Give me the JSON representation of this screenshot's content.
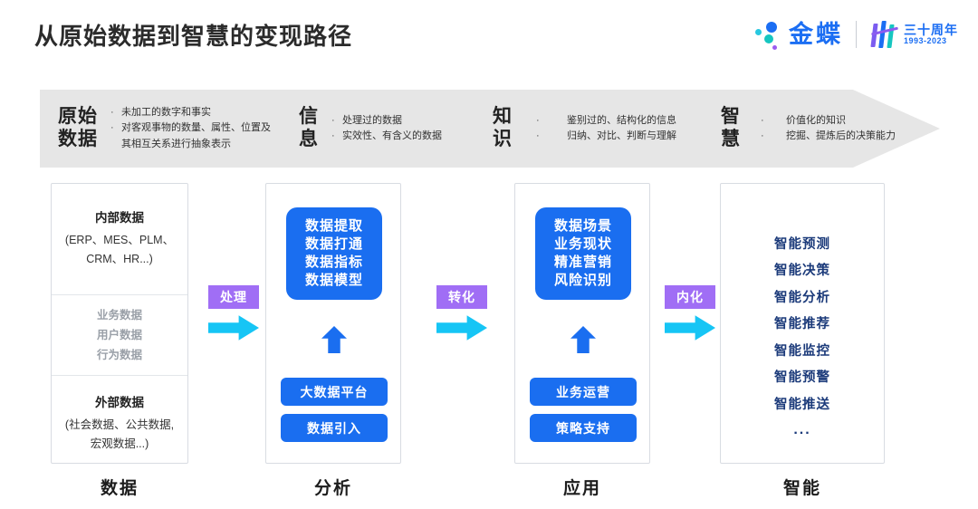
{
  "header": {
    "title": "从原始数据到智慧的变现路径",
    "brand": {
      "name": "金蝶",
      "anniversary_zh": "三十周年",
      "anniversary_years": "1993-2023",
      "dot_colors": [
        "#1b6ef3",
        "#28c8e0",
        "#16c6c0",
        "#9b5cf0"
      ],
      "brand_color": "#1b6ef3"
    }
  },
  "banner": {
    "background": "#e6e6e6",
    "stages": [
      {
        "title_line1": "原始",
        "title_line2": "数据",
        "bullets": [
          "未加工的数字和事实",
          "对客观事物的数量、属性、位置及其相互关系进行抽象表示"
        ]
      },
      {
        "title_line1": "信",
        "title_line2": "息",
        "bullets": [
          "处理过的数据",
          "实效性、有含义的数据"
        ]
      },
      {
        "title_line1": "知",
        "title_line2": "识",
        "bullets": [
          "鉴别过的、结构化的信息",
          "归纳、对比、判断与理解"
        ]
      },
      {
        "title_line1": "智",
        "title_line2": "慧",
        "bullets": [
          "价值化的知识",
          "挖掘、提炼后的决策能力"
        ]
      }
    ]
  },
  "columns": {
    "data": {
      "footer_label": "数据",
      "internal_head": "内部数据",
      "internal_sub_line1": "(ERP、MES、PLM、",
      "internal_sub_line2": "CRM、HR...)",
      "middle_items": [
        "业务数据",
        "用户数据",
        "行为数据"
      ],
      "external_head": "外部数据",
      "external_sub_line1": "(社会数据、公共数据,",
      "external_sub_line2": "宏观数据...)"
    },
    "analysis": {
      "footer_label": "分析",
      "main_box": [
        "数据提取",
        "数据打通",
        "数据指标",
        "数据模型"
      ],
      "pills": [
        "大数据平台",
        "数据引入"
      ]
    },
    "application": {
      "footer_label": "应用",
      "main_box": [
        "数据场景",
        "业务现状",
        "精准营销",
        "风险识别"
      ],
      "pills": [
        "业务运营",
        "策略支持"
      ]
    },
    "intelligence": {
      "footer_label": "智能",
      "items": [
        "智能预测",
        "智能决策",
        "智能分析",
        "智能推荐",
        "智能监控",
        "智能预警",
        "智能推送"
      ],
      "ellipsis": "...",
      "text_color": "#1b3a7a"
    }
  },
  "connectors": [
    {
      "label": "处理",
      "label_color": "#a06ef5",
      "arrow_color": "#16c5f5"
    },
    {
      "label": "转化",
      "label_color": "#a06ef5",
      "arrow_color": "#16c5f5"
    },
    {
      "label": "内化",
      "label_color": "#a06ef5",
      "arrow_color": "#16c5f5"
    }
  ],
  "colors": {
    "primary_blue": "#1a6ef0",
    "purple": "#a06ef5",
    "cyan": "#16c5f5",
    "navy": "#1b3a7a",
    "banner_gray": "#e6e6e6"
  }
}
